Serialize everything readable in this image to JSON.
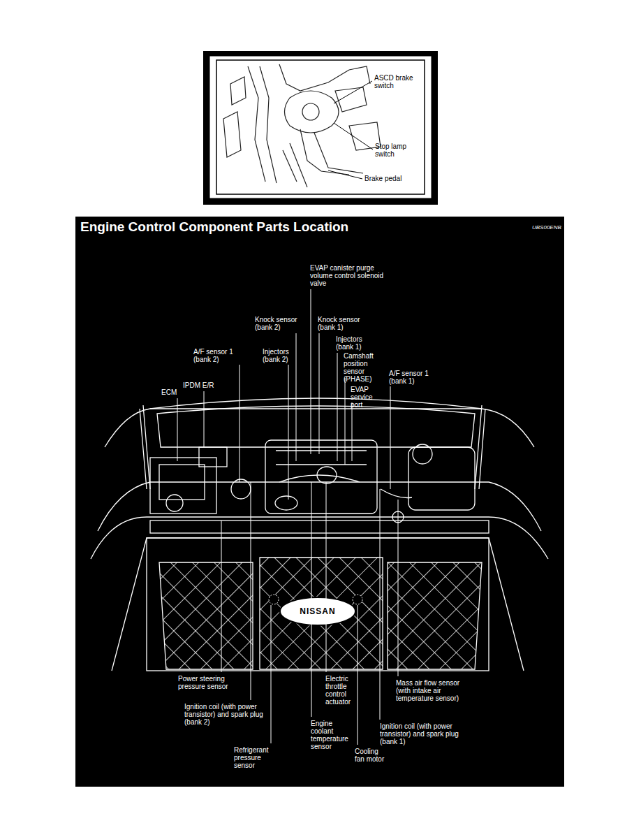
{
  "diagram": {
    "title": "Engine Control Component Parts Location",
    "labels": [
      "ASCD brake switch",
      "Stop lamp switch",
      "Brake pedal",
      "UBS00ENB",
      "EVAP canister purge volume control solenoid valve",
      "Knock sensor (bank 2)",
      "Knock sensor (bank 1)",
      "Injectors (bank 1)",
      "A/F sensor 1 (bank 2)",
      "Injectors (bank 2)",
      "Camshaft position sensor (PHASE)",
      "A/F sensor 1 (bank 1)",
      "EVAP service port",
      "IPDM E/R",
      "ECM",
      "Power steering pressure sensor",
      "Electric throttle control actuator",
      "Mass air flow sensor (with intake air temperature sensor)",
      "Ignition coil (with power transistor) and spark plug (bank 2)",
      "Engine coolant temperature sensor",
      "Ignition coil (with power transistor) and spark plug (bank 1)",
      "Refrigerant pressure sensor",
      "Cooling fan motor",
      "NISSAN"
    ]
  }
}
